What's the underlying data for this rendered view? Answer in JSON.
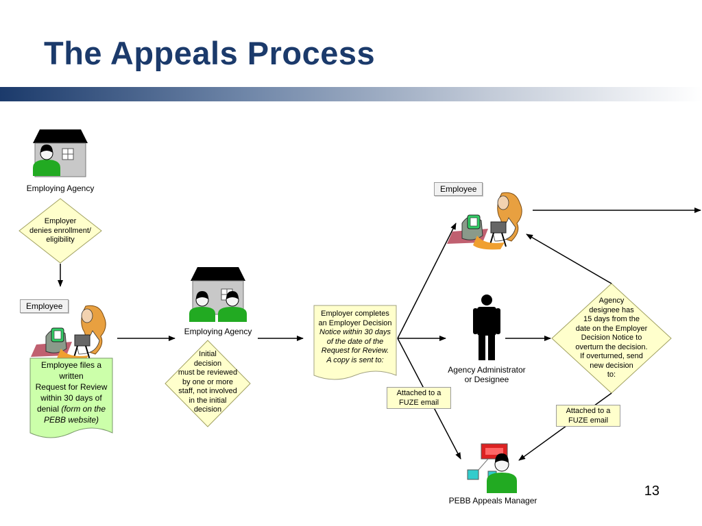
{
  "title": "The Appeals Process",
  "page_number": "13",
  "colors": {
    "title": "#1b3a6b",
    "decision_fill": "#ffffcc",
    "document_fill_green": "#ccffaa",
    "document_fill_yellow": "#ffffcc",
    "person_green": "#22aa22"
  },
  "nodes": {
    "employing_agency_top": "Employing Agency",
    "decision_denies": [
      "Employer",
      "denies enrollment/",
      "eligibility"
    ],
    "employee_left_label": "Employee",
    "employee_doc": {
      "line1": "Employee files a",
      "line2": "written",
      "line3": "Request for Review",
      "line4": "within 30 days of",
      "line5_plain": "denial ",
      "line5_italic": "(form on the",
      "line6_italic": "PEBB website)"
    },
    "employing_agency_mid": "Employing Agency",
    "decision_initial": [
      "Initial",
      "decision",
      "must be reviewed",
      "by one or more",
      "staff, not involved",
      "in the initial",
      "decision"
    ],
    "employer_doc": {
      "line1": "Employer completes",
      "line2": "an Employer Decision",
      "line3_italic": "Notice within 30 days",
      "line4_italic": "of the date of the",
      "line5_italic": "Request for Review.",
      "line6_italic": "A copy is sent to:"
    },
    "attached_1": [
      "Attached to a",
      "FUZE email"
    ],
    "agency_admin": [
      "Agency Administrator",
      "or Designee"
    ],
    "decision_designee": [
      "Agency",
      "designee has",
      "15 days from the",
      "date on the Employer",
      "Decision Notice to",
      "overturn the decision.",
      "If overturned, send",
      "new decision",
      "to:"
    ],
    "attached_2": [
      "Attached to a",
      "FUZE email"
    ],
    "employee_right_label": "Employee",
    "pebb_manager": "PEBB Appeals Manager"
  },
  "icons": {
    "house_top": "house-with-person-icon",
    "house_mid": "house-with-two-people-icon",
    "employee_computer": "woman-at-computer-icon",
    "admin": "standing-person-icon",
    "manager": "person-at-computers-icon"
  }
}
